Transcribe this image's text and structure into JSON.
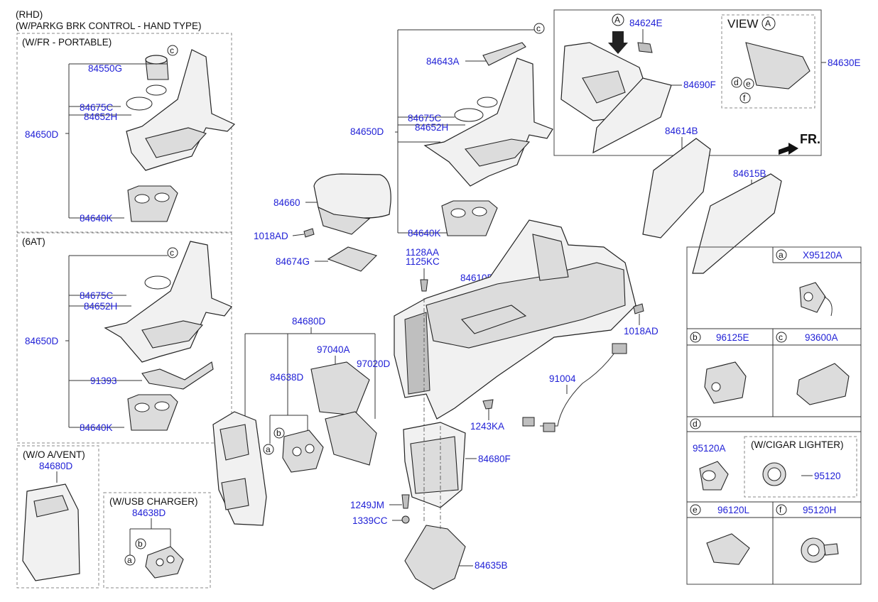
{
  "header": {
    "line1": "(RHD)",
    "line2": "(W/PARKG BRK CONTROL - HAND TYPE)"
  },
  "panels": {
    "portable": {
      "title": "(W/FR - PORTABLE)",
      "circle": "c",
      "labels": [
        "84550G",
        "84675C",
        "84652H",
        "84650D",
        "84640K"
      ]
    },
    "sixat": {
      "title": "(6AT)",
      "circle": "c",
      "labels": [
        "84675C",
        "84652H",
        "84650D",
        "91393",
        "84640K"
      ]
    },
    "wo_avent": {
      "title": "(W/O A/VENT)",
      "label": "84680D"
    },
    "usb": {
      "title": "(W/USB CHARGER)",
      "label": "84638D",
      "circles": [
        "b",
        "a"
      ]
    },
    "view_box": {
      "circle_a": "A",
      "view_word": "VIEW",
      "view_circle": "A",
      "labels": [
        "84624E",
        "84690F",
        "84630E"
      ],
      "circles": [
        "d",
        "e",
        "f"
      ]
    }
  },
  "main_labels": {
    "upper_console": [
      "84643A",
      "84675C",
      "84652H",
      "84650D",
      "84640K"
    ],
    "upper_circle": "c",
    "armrest": [
      "84660",
      "1018AD",
      "84674G"
    ],
    "center": [
      "1128AA",
      "1125KC",
      "84610E",
      "1018AD",
      "84614B",
      "84615B"
    ],
    "lower": [
      "84680D",
      "97040A",
      "97020D",
      "84638D",
      "91004",
      "1243KA",
      "84680F",
      "1249JM",
      "1339CC",
      "84635B"
    ],
    "lower_circles": [
      "b",
      "a"
    ]
  },
  "direction": "FR.",
  "legend": {
    "rows": [
      {
        "cells": [
          {
            "letter": "a",
            "part": "X95120A"
          }
        ]
      },
      {
        "cells": [
          {
            "letter": "b",
            "part": "96125E"
          },
          {
            "letter": "c",
            "part": "93600A"
          }
        ]
      },
      {
        "cells": [
          {
            "letter": "d",
            "part": ""
          }
        ]
      },
      {
        "cells": [
          {
            "part": "95120A"
          },
          {
            "part": "(W/CIGAR LIGHTER)"
          },
          {
            "part": "95120"
          }
        ]
      },
      {
        "cells": [
          {
            "letter": "e",
            "part": "96120L"
          },
          {
            "letter": "f",
            "part": "95120H"
          }
        ]
      }
    ]
  },
  "colors": {
    "part_number": "#1f1fd6",
    "text": "#111111",
    "box_dashed": "#888888"
  }
}
